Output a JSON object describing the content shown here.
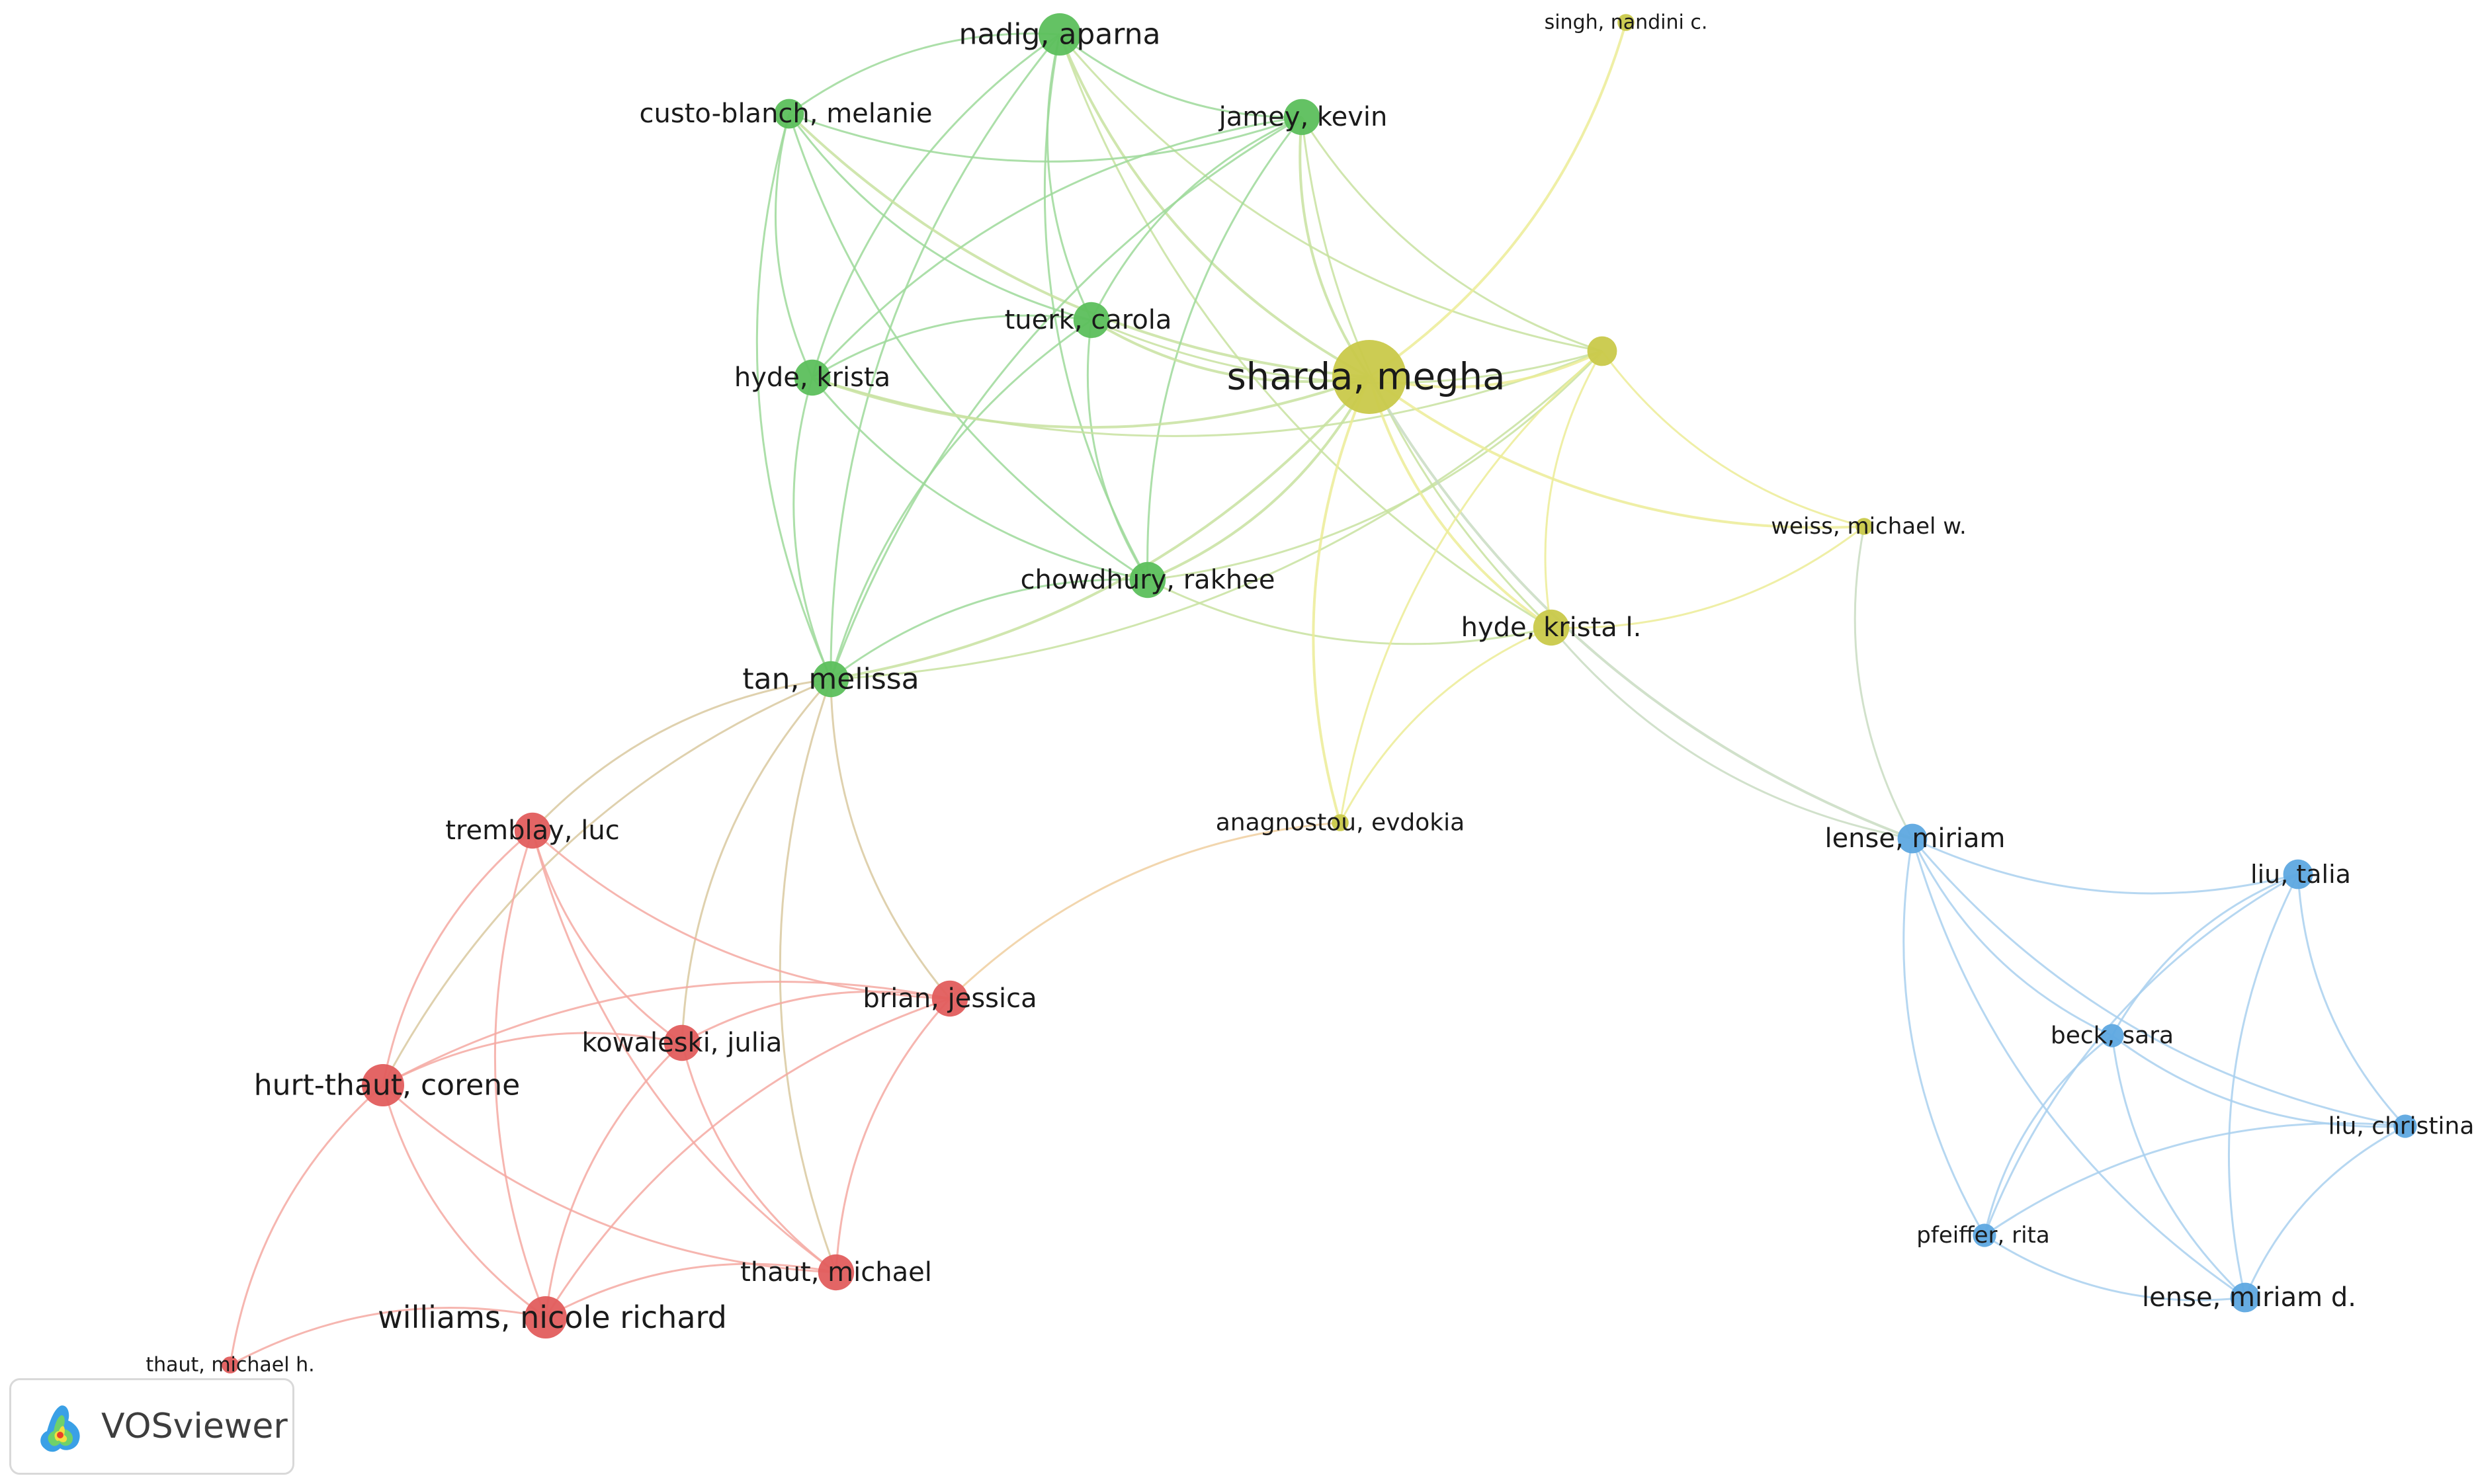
{
  "colors": {
    "red": "#e25d5d",
    "green": "#5cbf5c",
    "yellow": "#c9c94a",
    "blue": "#5ea8e0",
    "edge_red": "#f4a9a2",
    "edge_green": "#9ed99a",
    "edge_yellow": "#ecec96",
    "edge_blue": "#a9d0ee",
    "edge_mixed_red_green": "#d9c9a0",
    "edge_mixed_green_yellow": "#c8e2a0",
    "edge_mixed_yellow_blue": "#c9dcc2",
    "edge_mixed_red_yellow": "#f0cfa0",
    "edge_mixed_green_blue": "#b9d8c8"
  },
  "nodes": [
    {
      "id": "nadig",
      "label": "nadig, aparna",
      "cluster": "green",
      "weight": 5
    },
    {
      "id": "custo",
      "label": "custo-blanch, melanie",
      "cluster": "green",
      "weight": 3
    },
    {
      "id": "jamey",
      "label": "jamey, kevin",
      "cluster": "green",
      "weight": 4
    },
    {
      "id": "tuerk",
      "label": "tuerk, carola",
      "cluster": "green",
      "weight": 4
    },
    {
      "id": "hydek",
      "label": "hyde, krista",
      "cluster": "green",
      "weight": 4
    },
    {
      "id": "chowdhury",
      "label": "chowdhury, rakhee",
      "cluster": "green",
      "weight": 4
    },
    {
      "id": "tan",
      "label": "tan, melissa",
      "cluster": "green",
      "weight": 4
    },
    {
      "id": "sharda",
      "label": "sharda, megha",
      "cluster": "yellow",
      "weight": 10
    },
    {
      "id": "singh",
      "label": "singh, nandini c.",
      "cluster": "yellow",
      "weight": 1
    },
    {
      "id": "yunlabeled",
      "label": "",
      "cluster": "yellow",
      "weight": 3
    },
    {
      "id": "weiss",
      "label": "weiss, michael w.",
      "cluster": "yellow",
      "weight": 1
    },
    {
      "id": "hydekl",
      "label": "hyde, krista l.",
      "cluster": "yellow",
      "weight": 4
    },
    {
      "id": "anagnostou",
      "label": "anagnostou, evdokia",
      "cluster": "yellow",
      "weight": 1
    },
    {
      "id": "tremblay",
      "label": "tremblay, luc",
      "cluster": "red",
      "weight": 4
    },
    {
      "id": "brian",
      "label": "brian, jessica",
      "cluster": "red",
      "weight": 4
    },
    {
      "id": "kowaleski",
      "label": "kowaleski, julia",
      "cluster": "red",
      "weight": 4
    },
    {
      "id": "hurt",
      "label": "hurt-thaut, corene",
      "cluster": "red",
      "weight": 5
    },
    {
      "id": "thautm",
      "label": "thaut, michael",
      "cluster": "red",
      "weight": 4
    },
    {
      "id": "williams",
      "label": "williams, nicole richard",
      "cluster": "red",
      "weight": 5
    },
    {
      "id": "thautmh",
      "label": "thaut, michael h.",
      "cluster": "red",
      "weight": 1
    },
    {
      "id": "lense",
      "label": "lense, miriam",
      "cluster": "blue",
      "weight": 3
    },
    {
      "id": "liut",
      "label": "liu, talia",
      "cluster": "blue",
      "weight": 3
    },
    {
      "id": "beck",
      "label": "beck, sara",
      "cluster": "blue",
      "weight": 2
    },
    {
      "id": "liuc",
      "label": "liu, christina",
      "cluster": "blue",
      "weight": 2
    },
    {
      "id": "pfeiffer",
      "label": "pfeiffer, rita",
      "cluster": "blue",
      "weight": 2
    },
    {
      "id": "lensemd",
      "label": "lense, miriam d.",
      "cluster": "blue",
      "weight": 3
    }
  ],
  "links": [
    [
      "nadig",
      "custo"
    ],
    [
      "nadig",
      "jamey"
    ],
    [
      "nadig",
      "tuerk"
    ],
    [
      "nadig",
      "hydek"
    ],
    [
      "nadig",
      "chowdhury"
    ],
    [
      "nadig",
      "tan"
    ],
    [
      "nadig",
      "sharda"
    ],
    [
      "nadig",
      "yunlabeled"
    ],
    [
      "nadig",
      "hydekl"
    ],
    [
      "custo",
      "jamey"
    ],
    [
      "custo",
      "tuerk"
    ],
    [
      "custo",
      "hydek"
    ],
    [
      "custo",
      "chowdhury"
    ],
    [
      "custo",
      "tan"
    ],
    [
      "custo",
      "sharda"
    ],
    [
      "jamey",
      "tuerk"
    ],
    [
      "jamey",
      "hydek"
    ],
    [
      "jamey",
      "chowdhury"
    ],
    [
      "jamey",
      "tan"
    ],
    [
      "jamey",
      "sharda"
    ],
    [
      "jamey",
      "yunlabeled"
    ],
    [
      "jamey",
      "hydekl"
    ],
    [
      "tuerk",
      "hydek"
    ],
    [
      "tuerk",
      "chowdhury"
    ],
    [
      "tuerk",
      "tan"
    ],
    [
      "tuerk",
      "sharda"
    ],
    [
      "tuerk",
      "yunlabeled"
    ],
    [
      "hydek",
      "chowdhury"
    ],
    [
      "hydek",
      "tan"
    ],
    [
      "hydek",
      "sharda"
    ],
    [
      "hydek",
      "yunlabeled"
    ],
    [
      "chowdhury",
      "tan"
    ],
    [
      "chowdhury",
      "sharda"
    ],
    [
      "chowdhury",
      "hydekl"
    ],
    [
      "chowdhury",
      "yunlabeled"
    ],
    [
      "tan",
      "sharda"
    ],
    [
      "tan",
      "yunlabeled"
    ],
    [
      "tan",
      "tremblay"
    ],
    [
      "tan",
      "brian"
    ],
    [
      "tan",
      "kowaleski"
    ],
    [
      "tan",
      "hurt"
    ],
    [
      "tan",
      "thautm"
    ],
    [
      "sharda",
      "singh"
    ],
    [
      "sharda",
      "yunlabeled"
    ],
    [
      "sharda",
      "hydekl"
    ],
    [
      "sharda",
      "anagnostou"
    ],
    [
      "sharda",
      "weiss"
    ],
    [
      "sharda",
      "lense"
    ],
    [
      "yunlabeled",
      "hydekl"
    ],
    [
      "yunlabeled",
      "weiss"
    ],
    [
      "yunlabeled",
      "anagnostou"
    ],
    [
      "hydekl",
      "weiss"
    ],
    [
      "hydekl",
      "anagnostou"
    ],
    [
      "hydekl",
      "lense"
    ],
    [
      "weiss",
      "lense"
    ],
    [
      "anagnostou",
      "brian"
    ],
    [
      "tremblay",
      "brian"
    ],
    [
      "tremblay",
      "kowaleski"
    ],
    [
      "tremblay",
      "hurt"
    ],
    [
      "tremblay",
      "thautm"
    ],
    [
      "tremblay",
      "williams"
    ],
    [
      "brian",
      "kowaleski"
    ],
    [
      "brian",
      "hurt"
    ],
    [
      "brian",
      "thautm"
    ],
    [
      "brian",
      "williams"
    ],
    [
      "kowaleski",
      "hurt"
    ],
    [
      "kowaleski",
      "thautm"
    ],
    [
      "kowaleski",
      "williams"
    ],
    [
      "hurt",
      "thautm"
    ],
    [
      "hurt",
      "williams"
    ],
    [
      "hurt",
      "thautmh"
    ],
    [
      "thautm",
      "williams"
    ],
    [
      "williams",
      "thautmh"
    ],
    [
      "lense",
      "liut"
    ],
    [
      "lense",
      "beck"
    ],
    [
      "lense",
      "liuc"
    ],
    [
      "lense",
      "pfeiffer"
    ],
    [
      "lense",
      "lensemd"
    ],
    [
      "liut",
      "beck"
    ],
    [
      "liut",
      "liuc"
    ],
    [
      "liut",
      "pfeiffer"
    ],
    [
      "liut",
      "lensemd"
    ],
    [
      "beck",
      "liuc"
    ],
    [
      "beck",
      "pfeiffer"
    ],
    [
      "beck",
      "lensemd"
    ],
    [
      "liuc",
      "pfeiffer"
    ],
    [
      "liuc",
      "lensemd"
    ],
    [
      "pfeiffer",
      "lensemd"
    ]
  ],
  "logo": {
    "text": "VOSviewer",
    "icon": "vosviewer-density-logo-icon"
  }
}
